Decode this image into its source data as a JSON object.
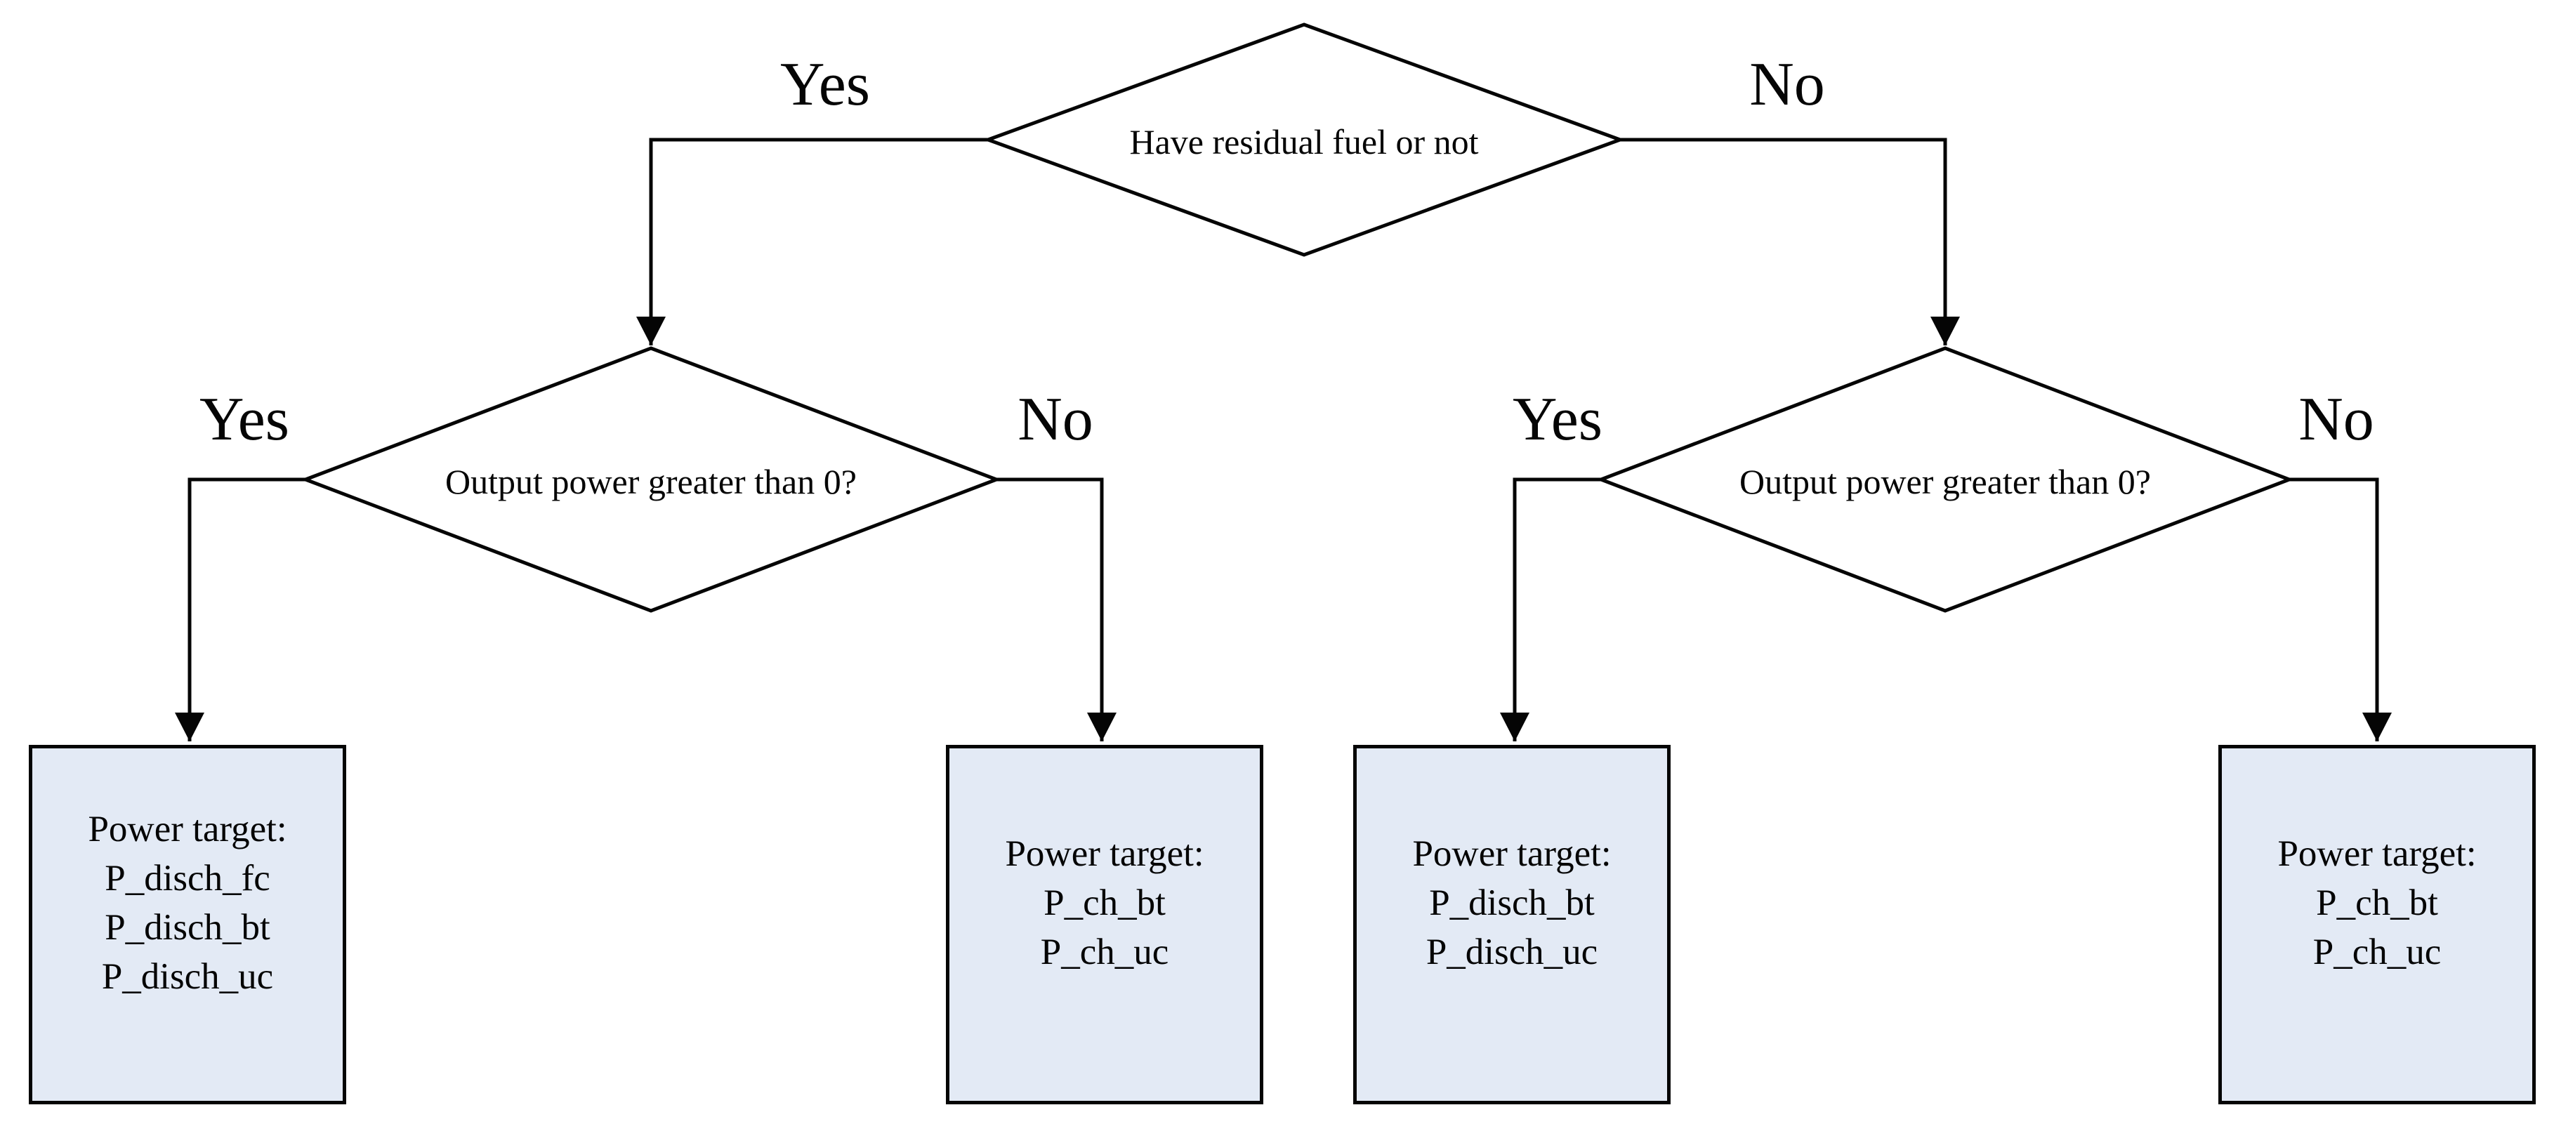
{
  "flowchart": {
    "decisions": {
      "root": {
        "text": "Have residual fuel or not"
      },
      "left": {
        "text": "Output power greater than 0?"
      },
      "right": {
        "text": "Output power greater than 0?"
      }
    },
    "branch_labels": {
      "root_yes": "Yes",
      "root_no": "No",
      "left_yes": "Yes",
      "left_no": "No",
      "right_yes": "Yes",
      "right_no": "No"
    },
    "outcomes": {
      "box1": {
        "lines": [
          "Power target:",
          "P_disch_fc",
          "P_disch_bt",
          "P_disch_uc"
        ]
      },
      "box2": {
        "lines": [
          "Power target:",
          "P_ch_bt",
          "P_ch_uc"
        ]
      },
      "box3": {
        "lines": [
          "Power target:",
          "P_disch_bt",
          "P_disch_uc"
        ]
      },
      "box4": {
        "lines": [
          "Power target:",
          "P_ch_bt",
          "P_ch_uc"
        ]
      }
    },
    "colors": {
      "box_fill": "#e3eaf5",
      "line": "#050505"
    }
  }
}
